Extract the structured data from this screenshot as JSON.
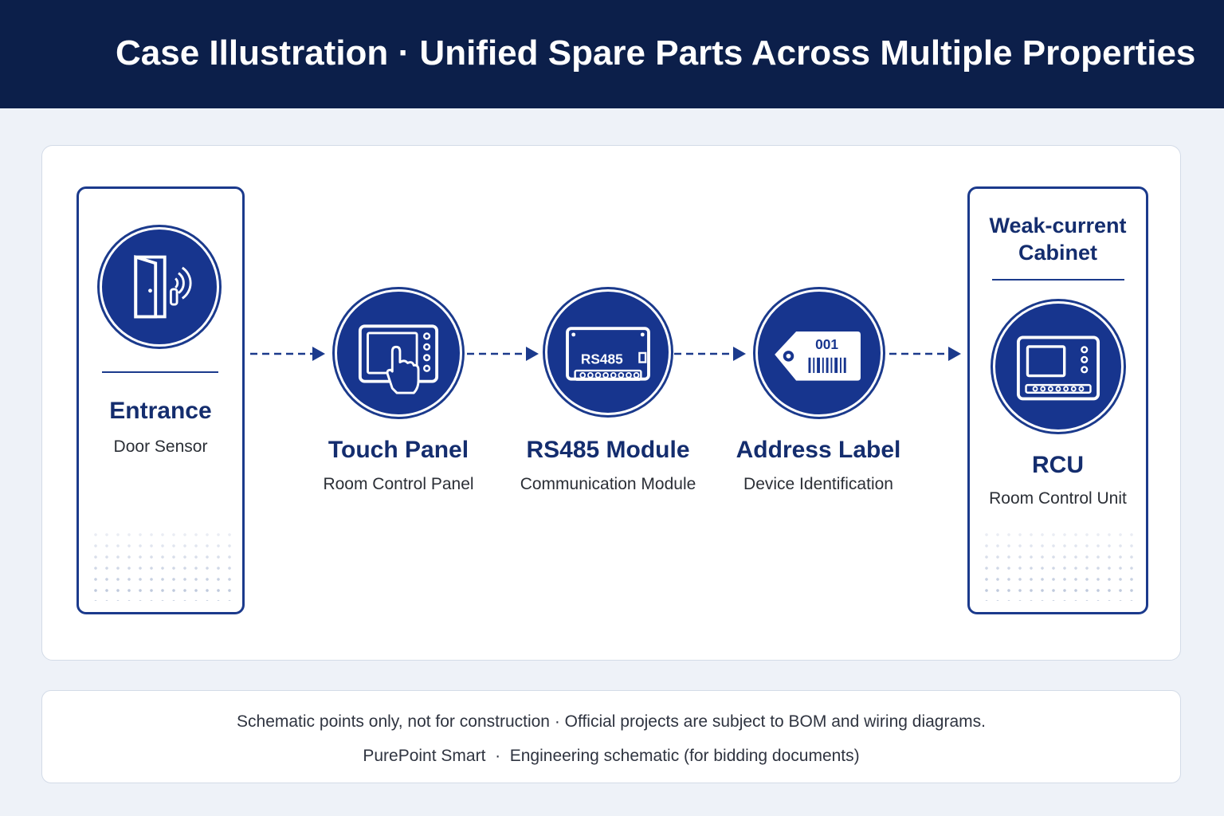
{
  "header": {
    "title": "Case Illustration · Unified Spare Parts Across Multiple Properties"
  },
  "nodes": {
    "entrance": {
      "title": "Entrance",
      "subtitle": "Door Sensor",
      "icon": "door-sensor-icon"
    },
    "touch_panel": {
      "title": "Touch Panel",
      "subtitle": "Room Control Panel",
      "icon": "touch-panel-icon"
    },
    "rs485": {
      "title": "RS485 Module",
      "subtitle": "Communication Module",
      "icon": "rs485-module-icon",
      "icon_text": "RS485"
    },
    "address_label": {
      "title": "Address Label",
      "subtitle": "Device Identification",
      "icon": "address-tag-icon",
      "icon_text": "001"
    },
    "rcu": {
      "title": "RCU",
      "subtitle": "Room Control Unit",
      "icon": "room-control-unit-icon"
    }
  },
  "cabinet": {
    "title": "Weak-current Cabinet"
  },
  "footer": {
    "line1": "Schematic points only, not for construction · Official projects are subject to BOM and wiring diagrams.",
    "line2": "PurePoint Smart  ·  Engineering schematic (for bidding documents)"
  },
  "colors": {
    "navy_header": "#0c1f4a",
    "accent_blue": "#17358e",
    "page_background": "#eef2f8"
  }
}
